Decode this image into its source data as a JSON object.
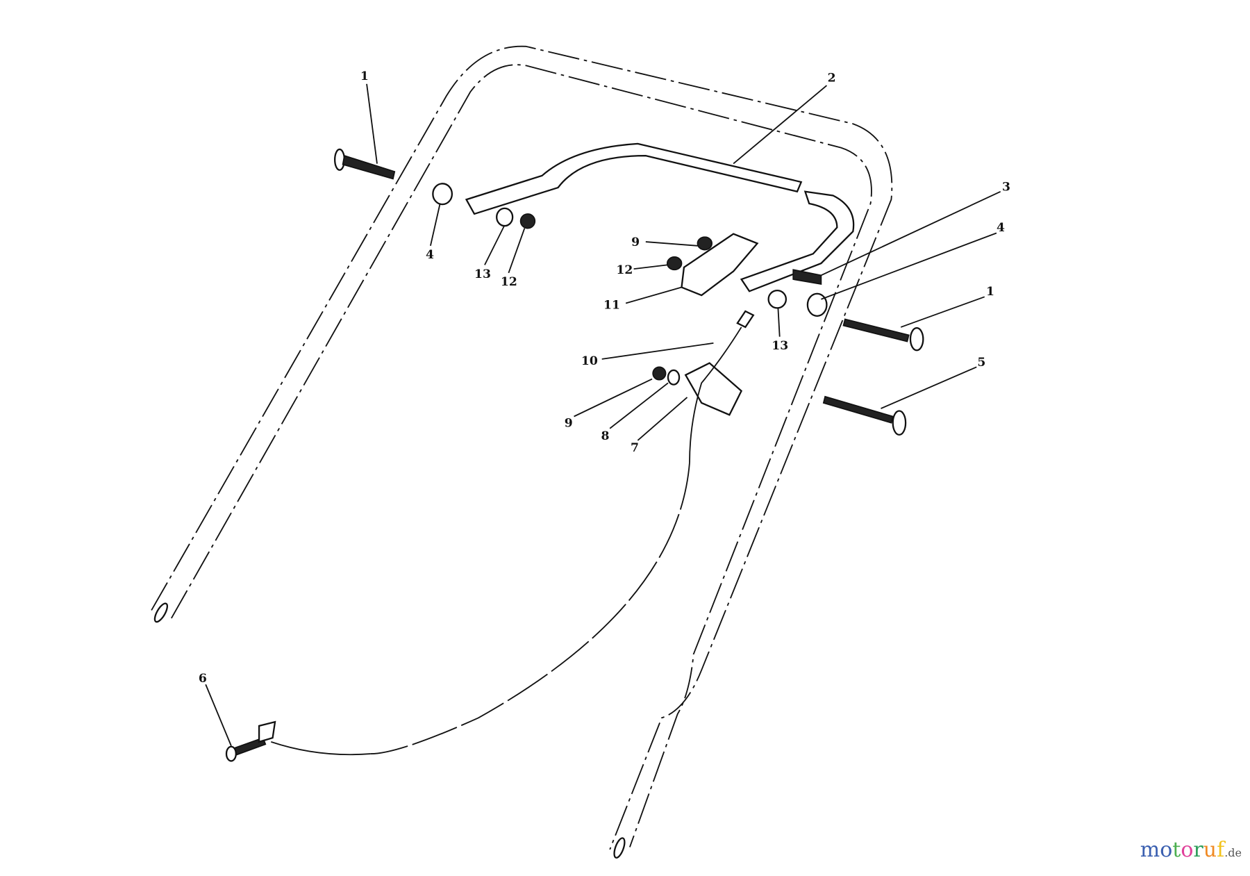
{
  "callouts": [
    {
      "id": "c1a",
      "text": "1"
    },
    {
      "id": "c2",
      "text": "2"
    },
    {
      "id": "c3",
      "text": "3"
    },
    {
      "id": "c4a",
      "text": "4"
    },
    {
      "id": "c1b",
      "text": "1"
    },
    {
      "id": "c5",
      "text": "5"
    },
    {
      "id": "c4b",
      "text": "4"
    },
    {
      "id": "c13a",
      "text": "13"
    },
    {
      "id": "c12a",
      "text": "12"
    },
    {
      "id": "c9a",
      "text": "9"
    },
    {
      "id": "c12b",
      "text": "12"
    },
    {
      "id": "c11",
      "text": "11"
    },
    {
      "id": "c10",
      "text": "10"
    },
    {
      "id": "c13b",
      "text": "13"
    },
    {
      "id": "c9b",
      "text": "9"
    },
    {
      "id": "c8",
      "text": "8"
    },
    {
      "id": "c7",
      "text": "7"
    },
    {
      "id": "c6",
      "text": "6"
    }
  ],
  "watermark": {
    "letters": [
      "m",
      "o",
      "t",
      "o",
      "r",
      "u",
      "f"
    ],
    "colors": [
      "#3a5fb0",
      "#3a5fb0",
      "#4caf50",
      "#e0409a",
      "#2e9e5b",
      "#f08a24",
      "#f2c21b"
    ],
    "suffix": ".de"
  }
}
